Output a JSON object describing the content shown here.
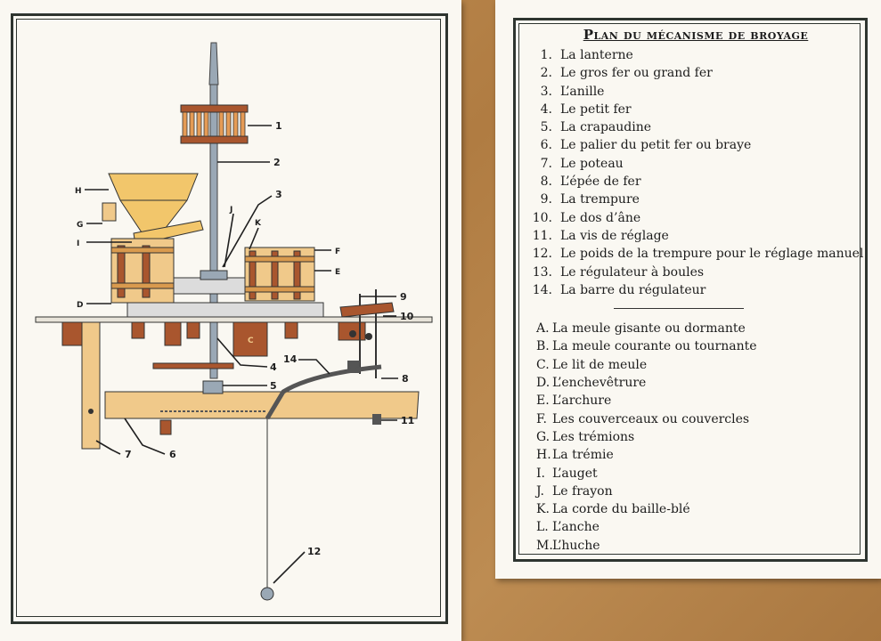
{
  "legend": {
    "title": "Plan du mécanisme de broyage",
    "numbered": [
      {
        "n": "1.",
        "label": "La lanterne"
      },
      {
        "n": "2.",
        "label": "Le gros fer ou grand fer"
      },
      {
        "n": "3.",
        "label": "L’anille"
      },
      {
        "n": "4.",
        "label": "Le petit fer"
      },
      {
        "n": "5.",
        "label": "La crapaudine"
      },
      {
        "n": "6.",
        "label": "Le palier du petit fer ou braye"
      },
      {
        "n": "7.",
        "label": "Le poteau"
      },
      {
        "n": "8.",
        "label": "L’épée de fer"
      },
      {
        "n": "9.",
        "label": "La trempure"
      },
      {
        "n": "10.",
        "label": "Le dos d’âne"
      },
      {
        "n": "11.",
        "label": "La vis de réglage"
      },
      {
        "n": "12.",
        "label": "Le poids de la trempure pour le réglage manuel"
      },
      {
        "n": "13.",
        "label": "Le régulateur à boules"
      },
      {
        "n": "14.",
        "label": "La barre du régulateur"
      }
    ],
    "lettered": [
      {
        "n": "A.",
        "label": "La meule gisante ou dormante"
      },
      {
        "n": "B.",
        "label": "La meule courante ou tournante"
      },
      {
        "n": "C.",
        "label": "Le lit de meule"
      },
      {
        "n": "D.",
        "label": "L’enchevêtrure"
      },
      {
        "n": "E.",
        "label": "L’archure"
      },
      {
        "n": "F.",
        "label": "Les couverceaux ou couvercles"
      },
      {
        "n": "G.",
        "label": "Les trémions"
      },
      {
        "n": "H.",
        "label": "La trémie"
      },
      {
        "n": "I.",
        "label": "L’auget"
      },
      {
        "n": "J.",
        "label": "Le frayon"
      },
      {
        "n": "K.",
        "label": "La corde du baille-blé"
      },
      {
        "n": "L.",
        "label": "L’anche"
      },
      {
        "n": "M.",
        "label": "L’huche"
      }
    ]
  },
  "diagram_labels": {
    "n1": "1",
    "n2": "2",
    "n3": "3",
    "n4": "4",
    "n5": "5",
    "n6": "6",
    "n7": "7",
    "n8": "8",
    "n9": "9",
    "n10": "10",
    "n11": "11",
    "n12": "12",
    "n14": "14",
    "H": "H",
    "G": "G",
    "I": "I",
    "D": "D",
    "J": "J",
    "K": "K",
    "F": "F",
    "E": "E",
    "C": "C"
  },
  "colors": {
    "wood": "#f0c98a",
    "wood_dark": "#d99a4e",
    "brown": "#a9562e",
    "steel": "#9aa8b5",
    "stone": "#dcdcdc",
    "frame": "#2e3530"
  }
}
